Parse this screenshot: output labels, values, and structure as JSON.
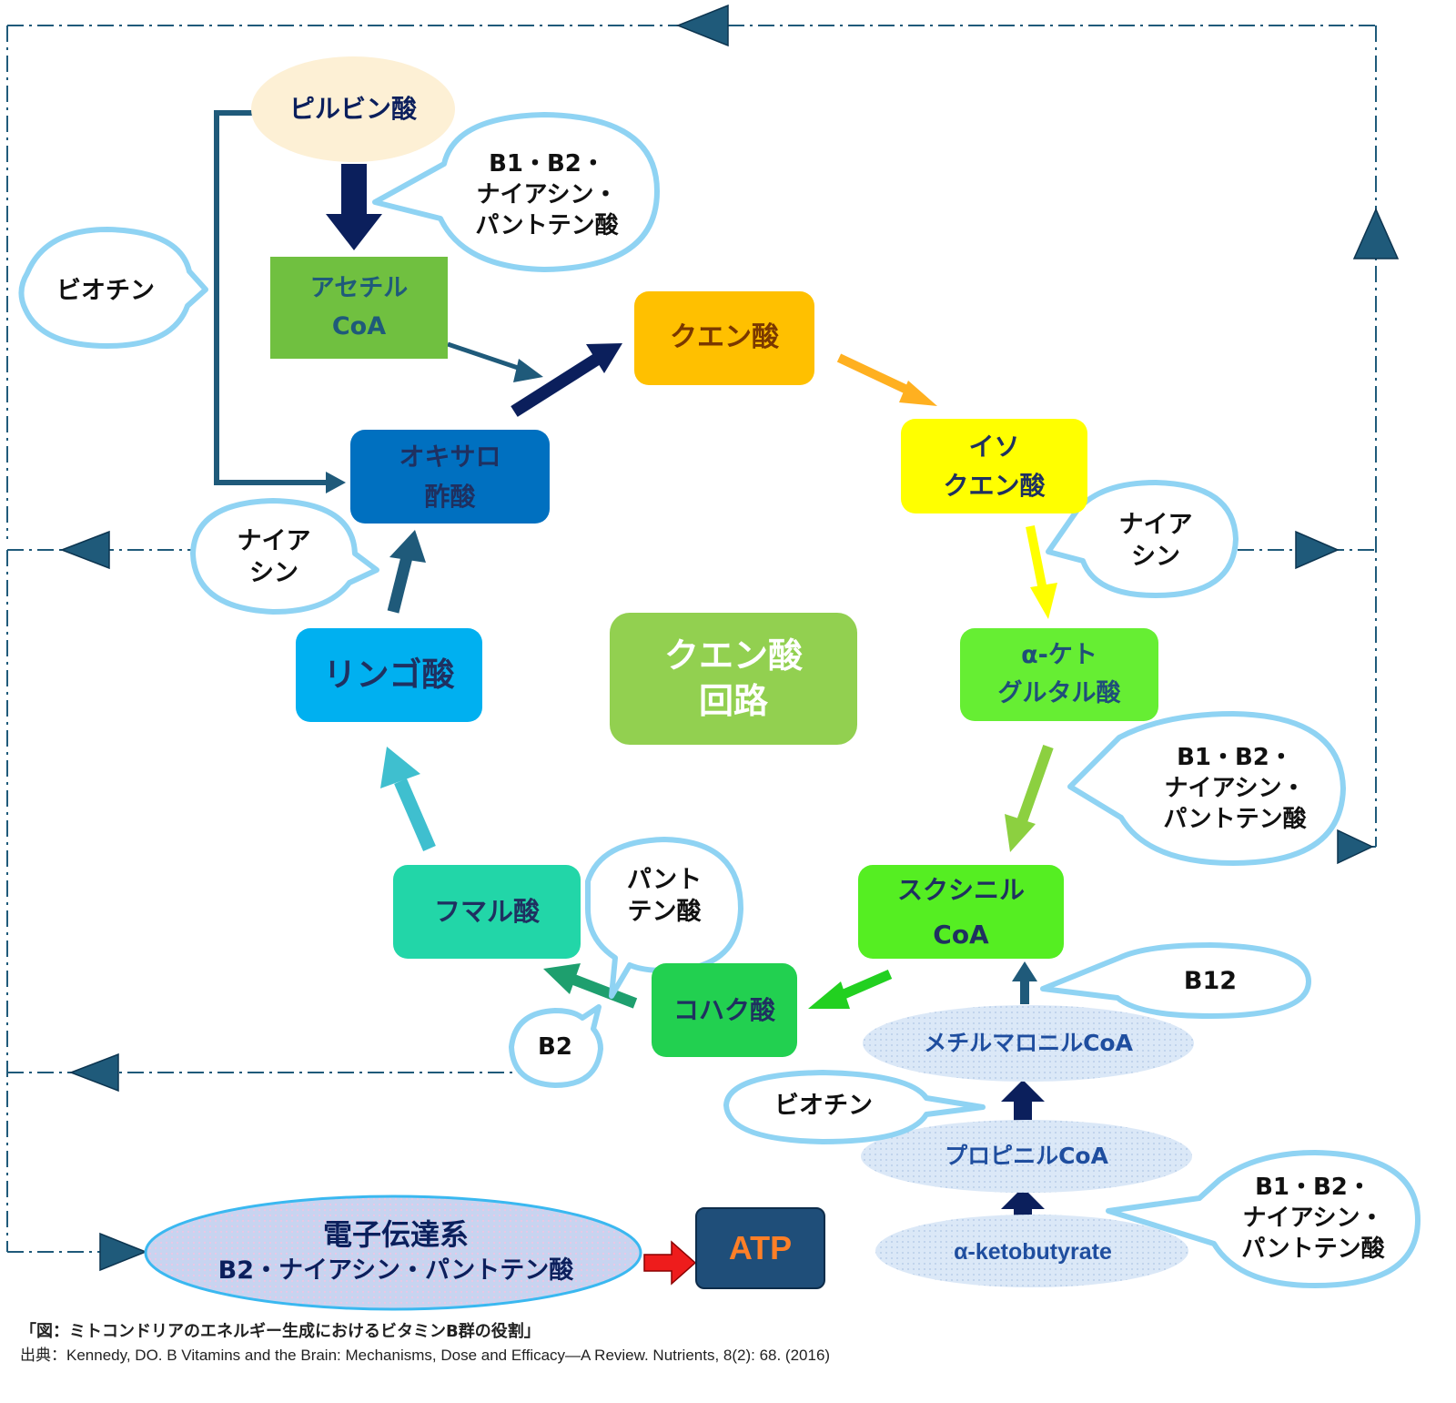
{
  "nodes": {
    "pyruvate": "ピルビン酸",
    "acetyl_coa": [
      "アセチル",
      "CoA"
    ],
    "citrate": "クエン酸",
    "isocitrate": [
      "イソ",
      "クエン酸"
    ],
    "a_ketoglutarate": [
      "α-ケト",
      "グルタル酸"
    ],
    "succinyl_coa": [
      "スクシニル",
      "CoA"
    ],
    "succinate": "コハク酸",
    "fumarate": "フマル酸",
    "malate": "リンゴ酸",
    "oxaloacetate": [
      "オキサロ",
      "酢酸"
    ],
    "cycle_center": [
      "クエン酸",
      "回路"
    ],
    "methylmalonyl_coa": "メチルマロニルCoA",
    "propionyl_coa": "プロピニルCoA",
    "a_ketobutyrate": "α-ketobutyrate",
    "etc": [
      "電子伝達系",
      "B2・ナイアシン・パントテン酸"
    ],
    "atp": "ATP"
  },
  "vitamins": {
    "pyruvate_step": [
      "B1・B2・",
      "ナイアシン・",
      "パントテン酸"
    ],
    "biotin_left": "ビオチン",
    "niacin_isocitrate": [
      "ナイア",
      "シン"
    ],
    "akg_step": [
      "B1・B2・",
      "ナイアシン・",
      "パントテン酸"
    ],
    "niacin_malate": [
      "ナイア",
      "シン"
    ],
    "pantothenic_succinate": [
      "パント",
      "テン酸"
    ],
    "b2_succinate": "B2",
    "b12": "B12",
    "biotin_propionyl": "ビオチン",
    "ketobutyrate_step": [
      "B1・B2・",
      "ナイアシン・",
      "パントテン酸"
    ]
  },
  "caption": {
    "title": "「図：ミトコンドリアのエネルギー生成におけるビタミンB群の役割」",
    "source": "出典：Kennedy, DO. B Vitamins and the Brain: Mechanisms, Dose and Efficacy—A Review. Nutrients, 8(2): 68. (2016)"
  },
  "colors": {
    "navy": "#0b1f5c",
    "dash_line": "#1f5a7a",
    "bubble_border": "#8fd3f3",
    "citrate": "#ffc000",
    "isocitrate": "#ffff00",
    "a_ketoglutarate": "#66ee33",
    "succinyl_coa": "#55ee22",
    "succinate": "#22d050",
    "fumarate": "#22d6a8",
    "malate": "#00b0f0",
    "oxaloacetate": "#0070c0",
    "cycle_center": "#92d050",
    "acetyl_coa": "#70c040",
    "atp_box": "#1f4e79",
    "atp_text": "#ff7f27"
  }
}
